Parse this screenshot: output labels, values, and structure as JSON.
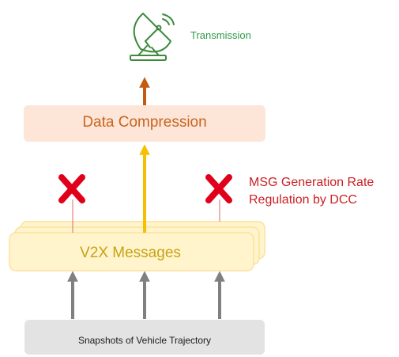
{
  "colors": {
    "transmission_green": "#2e9a47",
    "compression_fill": "#fde5d8",
    "compression_text": "#c8651e",
    "messages_fill": "#fff4cc",
    "messages_stroke": "#fbe19e",
    "messages_text": "#c9a214",
    "snapshots_fill": "#e3e3e3",
    "arrow_gray": "#808080",
    "arrow_yellow": "#f5c000",
    "arrow_orange": "#c55a11",
    "cross_red": "#e0001b",
    "dcc_text": "#cc1f24"
  },
  "icons": {
    "transmission": "satellite-dish-icon",
    "dropped": "red-cross-icon"
  },
  "labels": {
    "transmission": "Transmission",
    "compression": "Data Compression",
    "messages": "V2X Messages",
    "snapshots": "Snapshots of Vehicle Trajectory",
    "dcc_line1": "MSG Generation Rate",
    "dcc_line2": "Regulation by DCC"
  }
}
